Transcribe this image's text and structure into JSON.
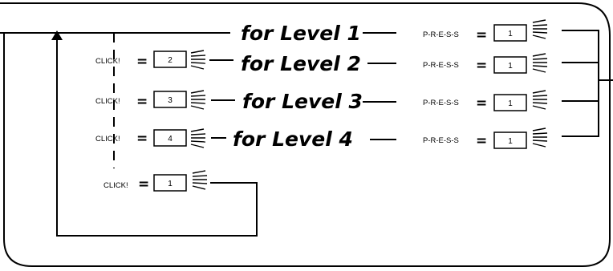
{
  "levels": [
    {
      "label": "for Level 1"
    },
    {
      "label": "for Level 2",
      "click_label": "CLICK!",
      "click_count": "2"
    },
    {
      "label": "for Level 3",
      "click_label": "CLICK!",
      "click_count": "3"
    },
    {
      "label": "for Level 4",
      "click_label": "CLICK!",
      "click_count": "4"
    }
  ],
  "press": [
    {
      "label": "P-R-E-S-S",
      "count": "1"
    },
    {
      "label": "P-R-E-S-S",
      "count": "1"
    },
    {
      "label": "P-R-E-S-S",
      "count": "1"
    },
    {
      "label": "P-R-E-S-S",
      "count": "1"
    }
  ],
  "return_click": {
    "label": "CLICK!",
    "count": "1"
  },
  "equals": "="
}
